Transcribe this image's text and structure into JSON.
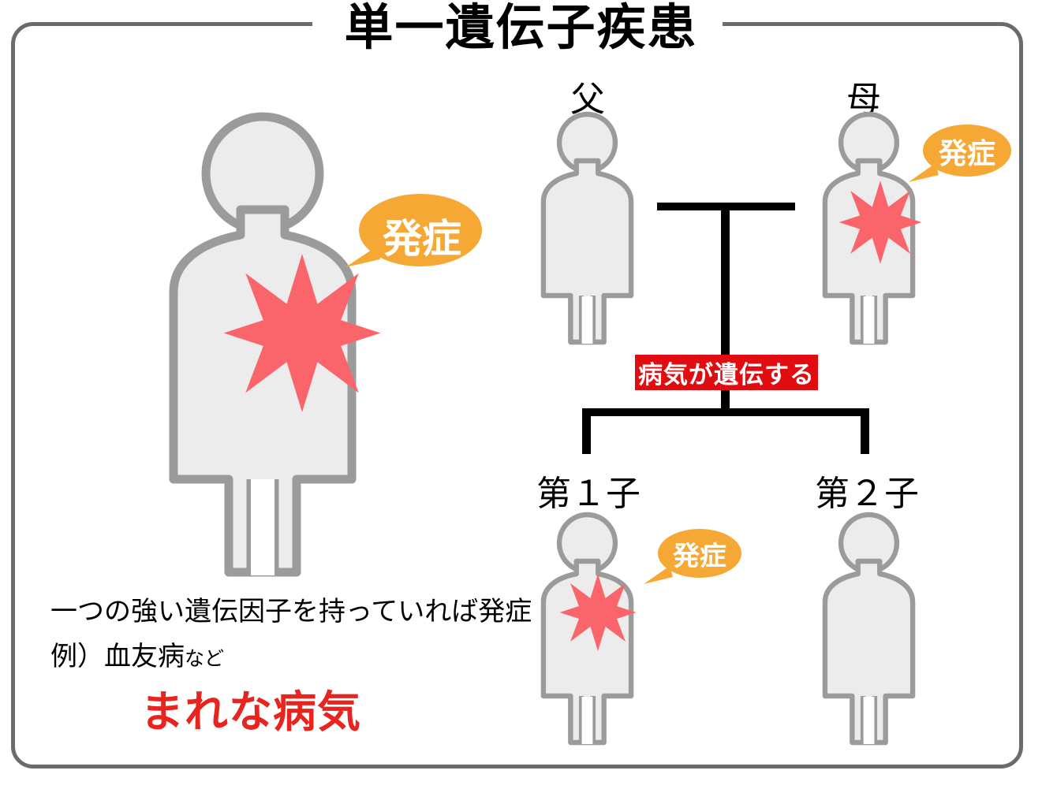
{
  "title": "単一遺伝子疾患",
  "colors": {
    "frame_border": "#6b6b6b",
    "person_fill": "#ececec",
    "person_stroke": "#9b9b9b",
    "burst_red": "#f9656a",
    "bubble_orange": "#f5a934",
    "banner_red": "#e00c10",
    "rare_text_red": "#e8241f",
    "line_black": "#000000"
  },
  "left_panel": {
    "figure_name": "affected-person-large",
    "burst_label": "発症",
    "caption_line1": "一つの強い遺伝因子を持っていれば発症",
    "caption_line2_main": "例）血友病",
    "caption_line2_suffix": "など",
    "caption_highlight": "まれな病気"
  },
  "pedigree": {
    "father": {
      "label": "父",
      "affected": false
    },
    "mother": {
      "label": "母",
      "affected": true,
      "bubble_label": "発症"
    },
    "child1": {
      "label": "第１子",
      "affected": true,
      "bubble_label": "発症"
    },
    "child2": {
      "label": "第２子",
      "affected": false
    },
    "banner_label": "病気が遺伝する"
  }
}
